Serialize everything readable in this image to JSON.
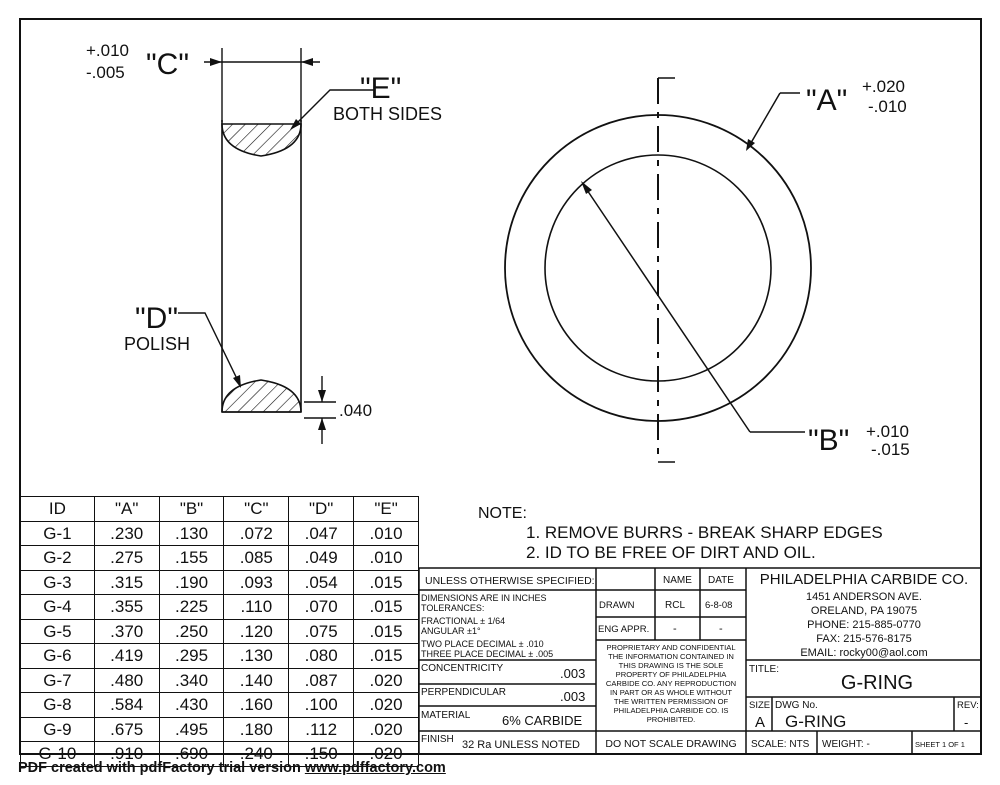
{
  "part_view": {
    "c_tol_plus": "+.010",
    "c_tol_minus": "-.005",
    "c_label": "\"C\"",
    "e_label": "\"E\"",
    "e_note": "BOTH SIDES",
    "d_label": "\"D\"",
    "d_note": "POLISH",
    "chamfer_dim": ".040"
  },
  "ring_view": {
    "a_label": "\"A\"",
    "a_tol_plus": "+.020",
    "a_tol_minus": "-.010",
    "b_label": "\"B\"",
    "b_tol_plus": "+.010",
    "b_tol_minus": "-.015"
  },
  "table": {
    "headers": [
      "ID",
      "\"A\"",
      "\"B\"",
      "\"C\"",
      "\"D\"",
      "\"E\""
    ],
    "rows": [
      [
        "G-1",
        ".230",
        ".130",
        ".072",
        ".047",
        ".010"
      ],
      [
        "G-2",
        ".275",
        ".155",
        ".085",
        ".049",
        ".010"
      ],
      [
        "G-3",
        ".315",
        ".190",
        ".093",
        ".054",
        ".015"
      ],
      [
        "G-4",
        ".355",
        ".225",
        ".110",
        ".070",
        ".015"
      ],
      [
        "G-5",
        ".370",
        ".250",
        ".120",
        ".075",
        ".015"
      ],
      [
        "G-6",
        ".419",
        ".295",
        ".130",
        ".080",
        ".015"
      ],
      [
        "G-7",
        ".480",
        ".340",
        ".140",
        ".087",
        ".020"
      ],
      [
        "G-8",
        ".584",
        ".430",
        ".160",
        ".100",
        ".020"
      ],
      [
        "G-9",
        ".675",
        ".495",
        ".180",
        ".112",
        ".020"
      ],
      [
        "G-10",
        ".910",
        ".690",
        ".240",
        ".150",
        ".020"
      ]
    ]
  },
  "notes": {
    "heading": "NOTE:",
    "items": [
      "1. REMOVE BURRS - BREAK SHARP EDGES",
      "2. ID TO BE FREE OF DIRT AND OIL."
    ]
  },
  "title_block": {
    "unless": "UNLESS OTHERWISE SPECIFIED:",
    "dims_inches": "DIMENSIONS ARE IN INCHES",
    "tolerances": "TOLERANCES:",
    "fractional": "FRACTIONAL ± 1/64",
    "angular": "ANGULAR ±1°",
    "two_place": "TWO PLACE DECIMAL ± .010",
    "three_place": "THREE PLACE DECIMAL ± .005",
    "concentricity_label": "CONCENTRICITY",
    "concentricity_value": ".003",
    "perpendicular_label": "PERPENDICULAR",
    "perpendicular_value": ".003",
    "material_label": "MATERIAL",
    "material_value": "6% CARBIDE",
    "finish_label": "FINISH",
    "finish_value": "32 Ra UNLESS NOTED",
    "name_header": "NAME",
    "date_header": "DATE",
    "drawn_label": "DRAWN",
    "drawn_name": "RCL",
    "drawn_date": "6-8-08",
    "eng_label": "ENG APPR.",
    "eng_name": "-",
    "eng_date": "-",
    "proprietary": [
      "PROPRIETARY AND CONFIDENTIAL",
      "THE INFORMATION CONTAINED IN",
      "THIS DRAWING IS THE SOLE",
      "PROPERTY OF PHILADELPHIA",
      "CARBIDE CO. ANY REPRODUCTION",
      "IN PART OR AS WHOLE WITHOUT",
      "THE WRITTEN PERMISSION OF",
      "PHILADELPHIA CARBIDE CO. IS",
      "PROHIBITED."
    ],
    "do_not_scale": "DO NOT SCALE DRAWING",
    "company": "PHILADELPHIA CARBIDE CO.",
    "address1": "1451 ANDERSON AVE.",
    "address2": "ORELAND, PA 19075",
    "phone": "PHONE: 215-885-0770",
    "fax": "FAX: 215-576-8175",
    "email": "EMAIL: rocky00@aol.com",
    "title_label": "TITLE:",
    "title_value": "G-RING",
    "size_label": "SIZE",
    "size_value": "A",
    "dwg_label": "DWG No.",
    "dwg_value": "G-RING",
    "rev_label": "REV:",
    "rev_value": "-",
    "scale": "SCALE: NTS",
    "weight": "WEIGHT: -",
    "sheet": "SHEET 1 OF 1"
  },
  "footer": {
    "prefix": "PDF created with pdfFactory trial version ",
    "link": "www.pdffactory.com"
  }
}
